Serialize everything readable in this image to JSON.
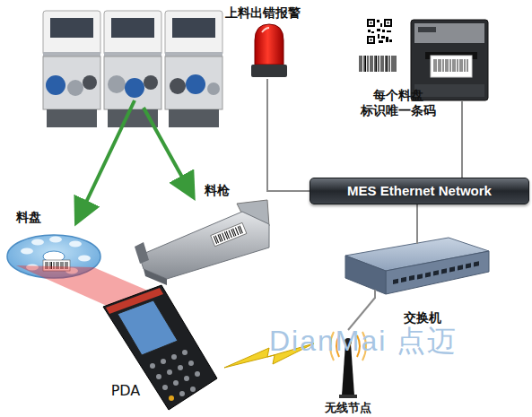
{
  "diagram": {
    "nodes": [
      {
        "text": [
          "上料出错报警"
        ]
      },
      {
        "text": [
          "每个料盘 标识唯一条码"
        ]
      },
      {
        "text": [
          "MES Ethernet Network"
        ]
      },
      {
        "text": [
          "料枪"
        ]
      },
      {
        "text": [
          "料盘"
        ]
      },
      {
        "text": [
          "交换机"
        ]
      },
      {
        "text": [
          "PDA"
        ]
      },
      {
        "text": [
          "无线节点"
        ]
      }
    ],
    "edges": [
      {
        "from": 0,
        "to": 2,
        "arrow": "none"
      },
      {
        "from": 1,
        "to": 2,
        "arrow": "none"
      },
      {
        "from": 2,
        "to": 5,
        "arrow": "none"
      },
      {
        "from": 5,
        "to": 7,
        "arrow": "none"
      }
    ],
    "labels": [
      "DianMai 点迈"
    ]
  }
}
